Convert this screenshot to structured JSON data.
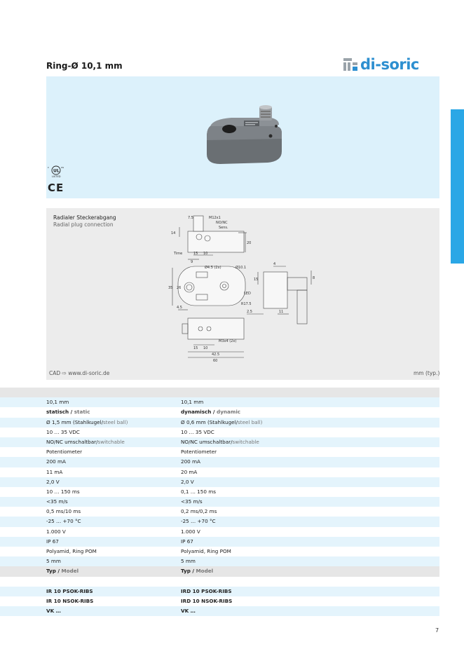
{
  "header": {
    "title": "Ring-Ø 10,1 mm",
    "brand": "di-soric"
  },
  "product": {
    "certifications": {
      "ul_top": "UL",
      "ul_bottom": "LISTED",
      "ce": "CE"
    }
  },
  "drawing": {
    "title": "Radialer Steckerabgang",
    "subtitle": "Radial plug connection",
    "cad_link": "CAD ⇨ www.di-soric.de",
    "unit_note": "mm (typ.)",
    "labels": {
      "m12": "M12x1",
      "nonc": "NO/NC",
      "sens": "Sens.",
      "time": "Time",
      "d45": "Ø4.5 (2x)",
      "d101": "Ø10.1",
      "led": "LED",
      "r175": "R17.5",
      "m3": "M3x4 (2x)",
      "v7_5": "7.5",
      "v14": "14",
      "v20": "20",
      "v15a": "15",
      "v10a": "10",
      "v9": "9",
      "v35": "35",
      "v26": "26",
      "v4_5": "4.5",
      "v15b": "15",
      "v4": "4",
      "v8": "8",
      "v2_5": "2.5",
      "v11": "11",
      "v15c": "15",
      "v10b": "10",
      "v42_5": "42.5",
      "v60": "60"
    }
  },
  "spec_rows": [
    {
      "style": "gray",
      "c1": "",
      "c2": ""
    },
    {
      "style": "alt",
      "c1": "10,1 mm",
      "c2": "10,1 mm"
    },
    {
      "style": "white",
      "c1_de": "statisch",
      "c1_en": "static",
      "c2_de": "dynamisch",
      "c2_en": "dynamic",
      "kind": "heading"
    },
    {
      "style": "alt",
      "c1_de": "Ø 1,5 mm (Stahlkugel/",
      "c1_en": "steel ball)",
      "c2_de": "Ø 0,6 mm (Stahlkugel/",
      "c2_en": "steel ball)",
      "kind": "mixed"
    },
    {
      "style": "white",
      "c1": "10 … 35 VDC",
      "c2": "10 … 35 VDC"
    },
    {
      "style": "alt",
      "c1_de": "NO/NC umschaltbar/",
      "c1_en": "switchable",
      "c2_de": "NO/NC umschaltbar/",
      "c2_en": "switchable",
      "kind": "mixed"
    },
    {
      "style": "white",
      "c1": "Potentiometer",
      "c2": "Potentiometer"
    },
    {
      "style": "alt",
      "c1": "200 mA",
      "c2": "200 mA"
    },
    {
      "style": "white",
      "c1": "11 mA",
      "c2": "20 mA"
    },
    {
      "style": "alt",
      "c1": "2,0 V",
      "c2": "2,0 V"
    },
    {
      "style": "white",
      "c1": "10 … 150 ms",
      "c2": "0,1 … 150 ms"
    },
    {
      "style": "alt",
      "c1": "<35 m/s",
      "c2": "<35 m/s"
    },
    {
      "style": "white",
      "c1": "0,5 ms/10 ms",
      "c2": "0,2 ms/0,2 ms"
    },
    {
      "style": "alt",
      "c1": "-25 … +70 °C",
      "c2": "-25 … +70 °C"
    },
    {
      "style": "white",
      "c1": "1.000 V",
      "c2": "1.000 V"
    },
    {
      "style": "alt",
      "c1": "IP 67",
      "c2": "IP 67"
    },
    {
      "style": "white",
      "c1": "Polyamid, Ring POM",
      "c2": "Polyamid, Ring POM"
    },
    {
      "style": "alt",
      "c1": "5 mm",
      "c2": "5 mm"
    },
    {
      "style": "gray",
      "c1_de": "Typ",
      "c1_en": "Model",
      "c2_de": "Typ",
      "c2_en": "Model",
      "kind": "heading"
    },
    {
      "style": "white",
      "c1": "",
      "c2": ""
    },
    {
      "style": "alt",
      "c1": "IR 10 PSOK-RIBS",
      "c2": "IRD 10 PSOK-RIBS",
      "kind": "bold"
    },
    {
      "style": "white",
      "c1": "IR 10 NSOK-RIBS",
      "c2": "IRD 10 NSOK-RIBS",
      "kind": "bold"
    },
    {
      "style": "alt",
      "c1": "VK …",
      "c2": "VK …",
      "kind": "bold"
    }
  ],
  "footer": {
    "page_number": "7"
  },
  "colors": {
    "accent": "#2aa7e6",
    "brand": "#2d8fd0",
    "panel_light_blue": "#dcf1fb",
    "row_alt": "#e4f4fc",
    "drawing_bg": "#ececec"
  }
}
